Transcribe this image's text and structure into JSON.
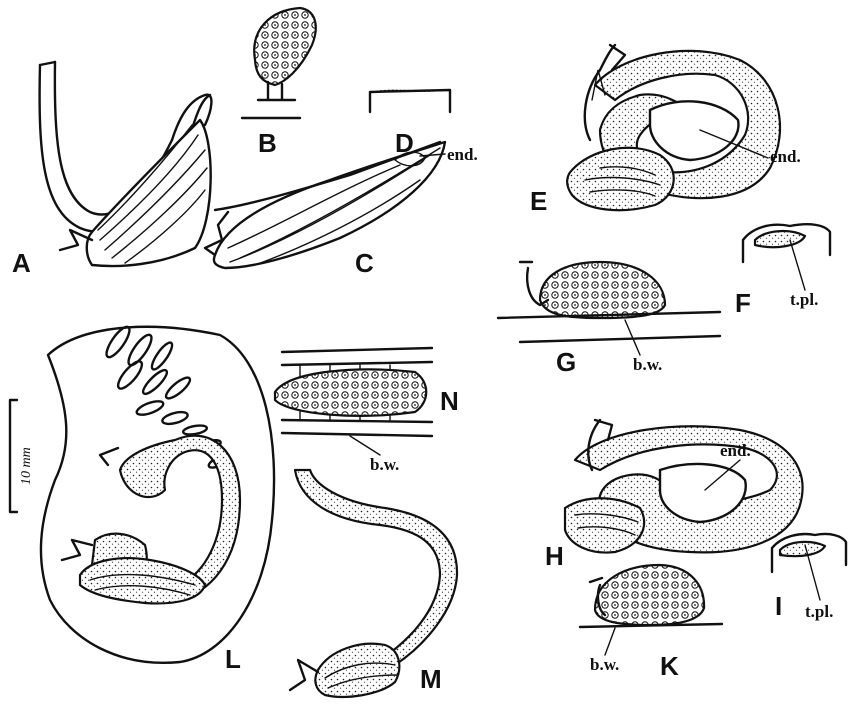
{
  "figure_labels": {
    "A": "A",
    "B": "B",
    "C": "C",
    "D": "D",
    "E": "E",
    "F": "F",
    "G": "G",
    "H": "H",
    "I": "I",
    "K": "K",
    "L": "L",
    "M": "M",
    "N": "N"
  },
  "annotations": {
    "end_c": "end.",
    "end_e": "end.",
    "end_h": "end.",
    "tpl_f": "t.pl.",
    "tpl_i": "t.pl.",
    "bw_g": "b.w.",
    "bw_n": "b.w.",
    "bw_k": "b.w."
  },
  "scale_bar": {
    "label": "10 mm"
  },
  "colors": {
    "ink": "#111111",
    "paper": "#ffffff"
  }
}
